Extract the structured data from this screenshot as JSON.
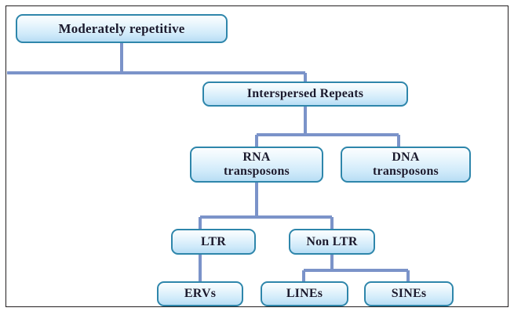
{
  "diagram": {
    "title": "Moderately repetitive DNA classification tree",
    "type": "hierarchy-tree",
    "line_color": "#7b93c9",
    "node_border_color": "#2e86ab",
    "node_fill_top": "#fbfdff",
    "node_fill_bottom": "#b8ddf4",
    "frame_color": "#231f20",
    "background": "#ffffff",
    "nodes": [
      {
        "id": "root",
        "label": "Moderately repetitive",
        "level": 0
      },
      {
        "id": "inter",
        "label": "Interspersed Repeats",
        "level": 1
      },
      {
        "id": "rna",
        "label": "RNA\ntransposons",
        "line1": "RNA",
        "line2": "transposons",
        "level": 2
      },
      {
        "id": "dna",
        "label": "DNA\ntransposons",
        "line1": "DNA",
        "line2": "transposons",
        "level": 2
      },
      {
        "id": "ltr",
        "label": "LTR",
        "level": 3
      },
      {
        "id": "nonltr",
        "label": "Non LTR",
        "level": 3
      },
      {
        "id": "ervs",
        "label": "ERVs",
        "level": 4
      },
      {
        "id": "lines",
        "label": "LINEs",
        "level": 4
      },
      {
        "id": "sines",
        "label": "SINEs",
        "level": 4
      }
    ],
    "edges": [
      {
        "from": "root",
        "to": "inter"
      },
      {
        "from": "inter",
        "to": "rna"
      },
      {
        "from": "inter",
        "to": "dna"
      },
      {
        "from": "rna",
        "to": "ltr"
      },
      {
        "from": "rna",
        "to": "nonltr"
      },
      {
        "from": "ltr",
        "to": "ervs"
      },
      {
        "from": "nonltr",
        "to": "lines"
      },
      {
        "from": "nonltr",
        "to": "sines"
      }
    ]
  }
}
